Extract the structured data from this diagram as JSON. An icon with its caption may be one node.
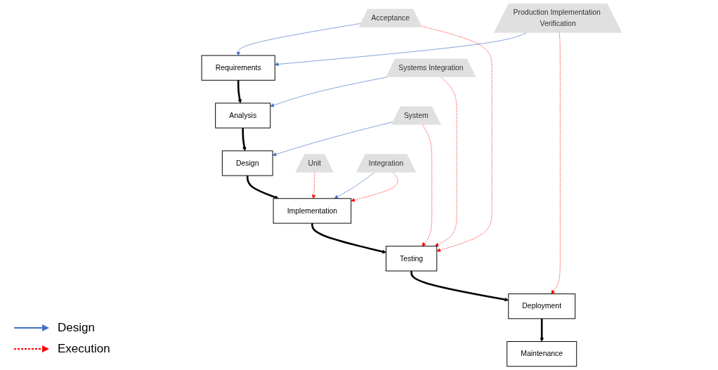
{
  "diagram": {
    "nodes": [
      {
        "text": [
          "Requirements"
        ]
      },
      {
        "text": [
          "Analysis"
        ]
      },
      {
        "text": [
          "Design"
        ]
      },
      {
        "text": [
          "Implementation"
        ]
      },
      {
        "text": [
          "Testing"
        ]
      },
      {
        "text": [
          "Deployment"
        ]
      },
      {
        "text": [
          "Maintenance"
        ]
      },
      {
        "text": [
          "Unit"
        ]
      },
      {
        "text": [
          "Integration"
        ]
      },
      {
        "text": [
          "System"
        ]
      },
      {
        "text": [
          "Systems Integration"
        ]
      },
      {
        "text": [
          "Acceptance"
        ]
      },
      {
        "text": [
          "Production Implementation Verification"
        ]
      }
    ],
    "edges": [
      {
        "from": 0,
        "to": 1,
        "arrow": "to",
        "style": "thick",
        "color": "#000000"
      },
      {
        "from": 1,
        "to": 2,
        "arrow": "to",
        "style": "thick",
        "color": "#000000"
      },
      {
        "from": 2,
        "to": 3,
        "arrow": "to",
        "style": "thick",
        "color": "#000000"
      },
      {
        "from": 3,
        "to": 4,
        "arrow": "to",
        "style": "thick",
        "color": "#000000"
      },
      {
        "from": 4,
        "to": 5,
        "arrow": "to",
        "style": "thick",
        "color": "#000000"
      },
      {
        "from": 5,
        "to": 6,
        "arrow": "to",
        "style": "thick",
        "color": "#000000"
      },
      {
        "from": 8,
        "to": 3,
        "arrow": "to",
        "color": "#4472c4"
      },
      {
        "from": 9,
        "to": 2,
        "arrow": "to",
        "color": "#4472c4"
      },
      {
        "from": 10,
        "to": 1,
        "arrow": "to",
        "color": "#4472c4"
      },
      {
        "from": 11,
        "to": 0,
        "arrow": "to",
        "color": "#4472c4"
      },
      {
        "from": 12,
        "to": 0,
        "arrow": "to",
        "color": "#4472c4"
      },
      {
        "from": 7,
        "to": 3,
        "arrow": "to",
        "style": "dashed",
        "color": "#ff0000"
      },
      {
        "from": 8,
        "to": 3,
        "arrow": "to",
        "style": "dashed",
        "color": "#ff0000"
      },
      {
        "from": 9,
        "to": 4,
        "arrow": "to",
        "style": "dashed",
        "color": "#ff0000"
      },
      {
        "from": 10,
        "to": 4,
        "arrow": "to",
        "style": "dashed",
        "color": "#ff0000"
      },
      {
        "from": 11,
        "to": 4,
        "arrow": "to",
        "style": "dashed",
        "color": "#ff0000"
      },
      {
        "from": 12,
        "to": 5,
        "arrow": "to",
        "style": "dashed",
        "color": "#ff0000"
      }
    ],
    "legend": [
      {
        "text": "Design"
      },
      {
        "text": "Execution"
      }
    ]
  }
}
